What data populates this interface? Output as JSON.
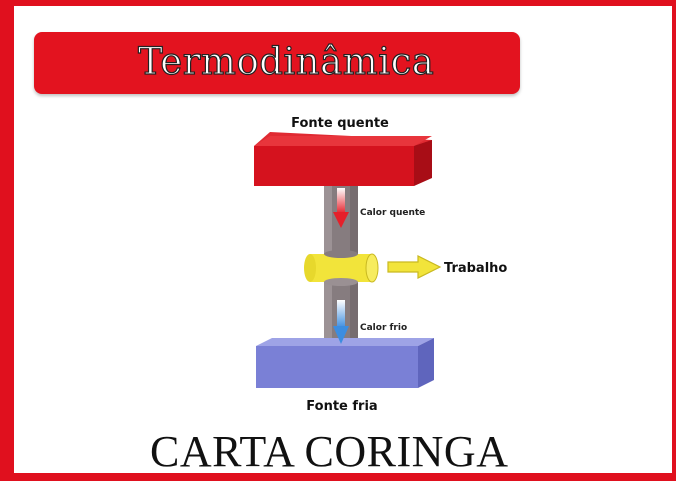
{
  "card": {
    "title": "Termodinâmica",
    "footer": "CARTA CORINGA"
  },
  "diagram": {
    "hot_source_label": "Fonte quente",
    "cold_source_label": "Fonte fria",
    "hot_heat_label": "Calor quente",
    "cold_heat_label": "Calor frio",
    "work_label": "Trabalho"
  },
  "colors": {
    "frame_red": "#e0101e",
    "hot_block": "#d5121e",
    "cold_block": "#7a80d6",
    "engine_yellow": "#f2e43a",
    "shaft_gray": "#8a7f82"
  }
}
